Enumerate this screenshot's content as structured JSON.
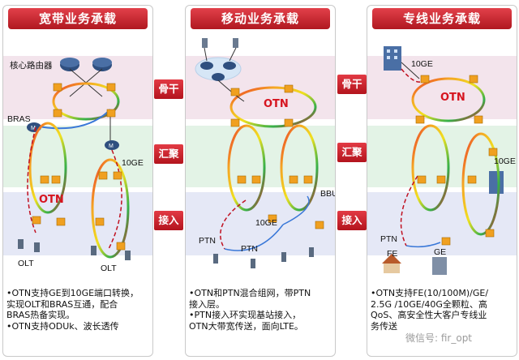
{
  "panels": [
    {
      "title": "宽带业务承载",
      "labels": {
        "core_router": "核心路由器",
        "bras": "BRAS",
        "ge": "10GE",
        "otn": "OTN",
        "olt_left": "OLT",
        "olt_right": "OLT"
      },
      "description": [
        "•OTN支持GE到10GE端口转换，",
        "实现OLT和BRAS互通，配合",
        "BRAS热备实现。",
        "•OTN支持ODUk、波长透传"
      ]
    },
    {
      "title": "移动业务承载",
      "labels": {
        "otn": "OTN",
        "bbu": "BBU",
        "ge": "10GE",
        "ptn_left": "PTN",
        "ptn_mid": "PTN"
      },
      "description": [
        "•OTN和PTN混合组网，带PTN",
        "接入层。",
        "•PTN接入环实现基站接入，",
        "OTN大带宽传送，面向LTE。"
      ]
    },
    {
      "title": "专线业务承载",
      "labels": {
        "ge_top": "10GE",
        "otn": "OTN",
        "ge_right": "10GE",
        "ptn": "PTN",
        "fe": "FE",
        "ge": "GE"
      },
      "description": [
        "•OTN支持FE(10/100M)/GE/",
        "2.5G /10GE/40G全颗粒、高",
        "QoS、高安全性大客户专线业",
        "务传送"
      ]
    }
  ],
  "layers": [
    "骨干",
    "汇聚",
    "接入"
  ],
  "watermark": "微信号: fir_opt",
  "colors": {
    "title_red": "#c8202a",
    "backbone_band": "#f3e4ec",
    "convergence_band": "#e3f3e6",
    "access_band": "#e5e8f6",
    "device_orange": "#f0a020",
    "router_blue": "#2f4f7f"
  }
}
